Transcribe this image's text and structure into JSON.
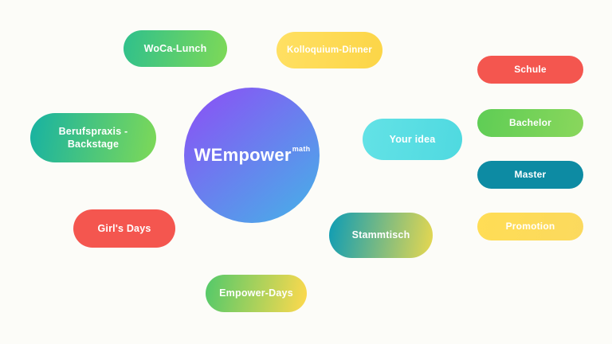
{
  "page": {
    "background": "#fcfcf8"
  },
  "center": {
    "label": "WEmpower",
    "superscript": "math",
    "colors": [
      "#8a52f5",
      "#48aee8"
    ]
  },
  "bubbles": [
    {
      "id": "woca-lunch",
      "label": "WoCa-Lunch",
      "colors": [
        "#2fc08c",
        "#7ed957"
      ]
    },
    {
      "id": "kolloquium-dinner",
      "label": "Kolloquium-Dinner",
      "colors": [
        "#ffe063",
        "#fcd547"
      ]
    },
    {
      "id": "berufspraxis-backstage",
      "label": "Berufspraxis - Backstage",
      "colors": [
        "#17b2a2",
        "#7ed957"
      ]
    },
    {
      "id": "girls-days",
      "label": "Girl's Days",
      "colors": [
        "#f4564f"
      ]
    },
    {
      "id": "empower-days",
      "label": "Empower-Days",
      "colors": [
        "#52c96a",
        "#ffd94d"
      ]
    },
    {
      "id": "your-idea",
      "label": "Your idea",
      "colors": [
        "#63e2e6",
        "#4fd9e0"
      ]
    },
    {
      "id": "stammtisch",
      "label": "Stammtisch",
      "colors": [
        "#0d9cb5",
        "#e8d84f"
      ]
    },
    {
      "id": "schule",
      "label": "Schule",
      "colors": [
        "#f4564f"
      ]
    },
    {
      "id": "bachelor",
      "label": "Bachelor",
      "colors": [
        "#5ecd55",
        "#8ad75c"
      ]
    },
    {
      "id": "master",
      "label": "Master",
      "colors": [
        "#0d8ba3"
      ]
    },
    {
      "id": "promotion",
      "label": "Promotion",
      "colors": [
        "#ffdd55"
      ]
    }
  ]
}
